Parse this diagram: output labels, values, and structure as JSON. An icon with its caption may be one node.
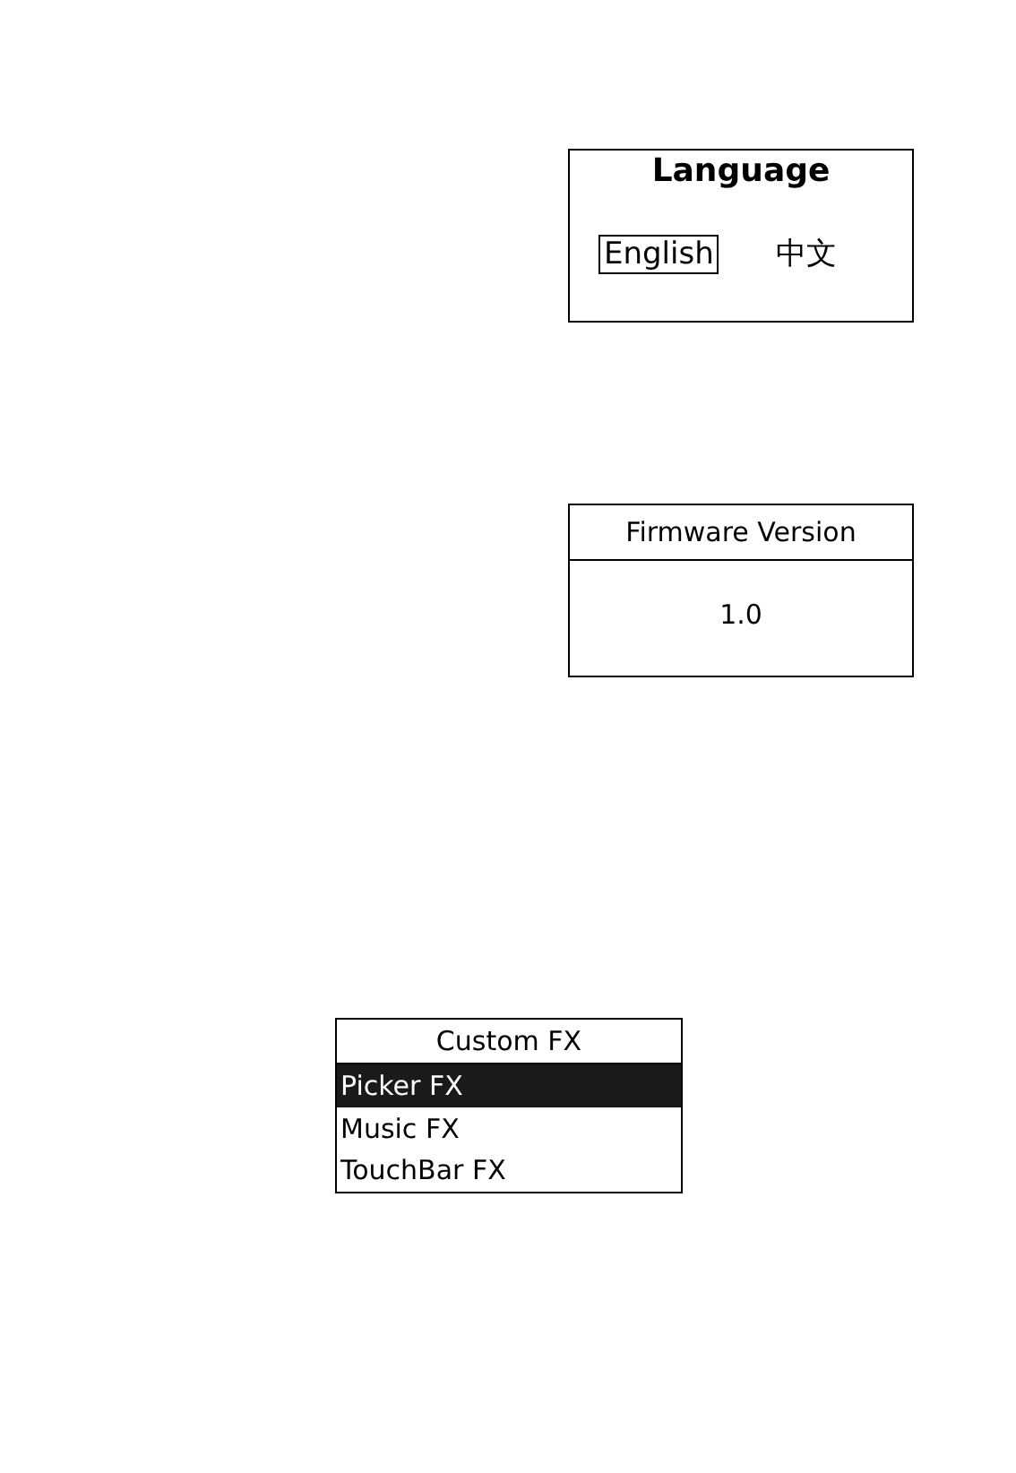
{
  "diagram": {
    "nodes": [
      {
        "text": [
          "Language"
        ]
      },
      {
        "text": [
          "English"
        ],
        "in": 0
      },
      {
        "text": [
          "中文"
        ],
        "in": 0
      },
      {
        "text": [
          "Firmware Version",
          "1.0"
        ]
      },
      {
        "text": [
          "Custom FX"
        ]
      },
      {
        "text": [
          "Picker FX"
        ],
        "in": 4
      },
      {
        "text": [
          "Music FX"
        ],
        "in": 4
      },
      {
        "text": [
          "TouchBar FX"
        ],
        "in": 4
      }
    ]
  }
}
